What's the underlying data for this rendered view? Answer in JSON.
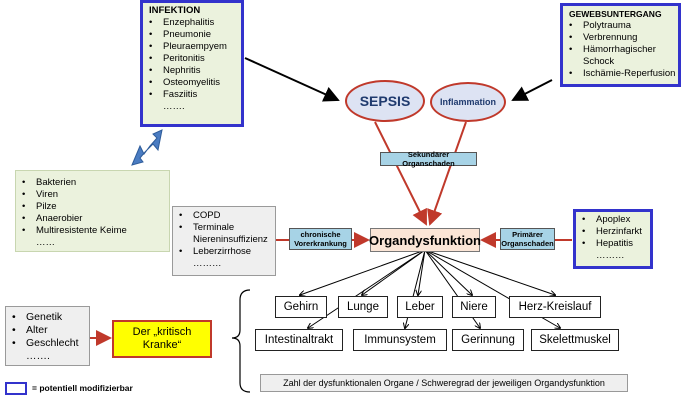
{
  "infektion": {
    "title": "INFEKTION",
    "items": [
      "Enzephalitis",
      "Pneumonie",
      "Pleuraempyem",
      "Peritonitis",
      "Nephritis",
      "Osteomyelitis",
      "Fasziitis"
    ],
    "more": "……."
  },
  "gewebsuntergang": {
    "title": "GEWEBSUNTERGANG",
    "items": [
      "Polytrauma",
      "Verbrennung",
      "Hämorrhagischer Schock",
      "Ischämie-Reperfusion"
    ]
  },
  "erreger": {
    "items": [
      "Bakterien",
      "Viren",
      "Pilze",
      "Anaerobier",
      "Multiresistente Keime"
    ],
    "more": "……"
  },
  "sepsis": "SEPSIS",
  "inflammation": "Inflammation",
  "sekundaer": "Sekundärer Organschaden",
  "vorerkrankung": {
    "items": [
      "COPD",
      "Terminale Niereninsuffizienz",
      "Leberzirrhose"
    ],
    "more": "………"
  },
  "chronisch": "chronische Vorerkrankung",
  "organdysfunktion": "Organdysfunktion",
  "primaer": "Primärer Organschaden",
  "primaer_causes": {
    "items": [
      "Apoplex",
      "Herzinfarkt",
      "Hepatitis"
    ],
    "more": "………"
  },
  "organs": {
    "row1": [
      "Gehirn",
      "Lunge",
      "Leber",
      "Niere",
      "Herz-Kreislauf"
    ],
    "row2": [
      "Intestinaltrakt",
      "Immunsystem",
      "Gerinnung",
      "Skelettmuskel"
    ]
  },
  "risk": {
    "items": [
      "Genetik",
      "Alter",
      "Geschlecht"
    ],
    "more": "……."
  },
  "kritisch": "Der „kritisch Kranke“",
  "zahl": "Zahl der dysfunktionalen Organe / Schweregrad der jeweiligen Organdysfunktion",
  "legend": "= potentiell modifizierbar",
  "colors": {
    "modifiable_border": "#3333cc",
    "red_arrow": "#c0392b",
    "green_fill": "#ebf2dd",
    "yellow_fill": "#ffff00"
  }
}
